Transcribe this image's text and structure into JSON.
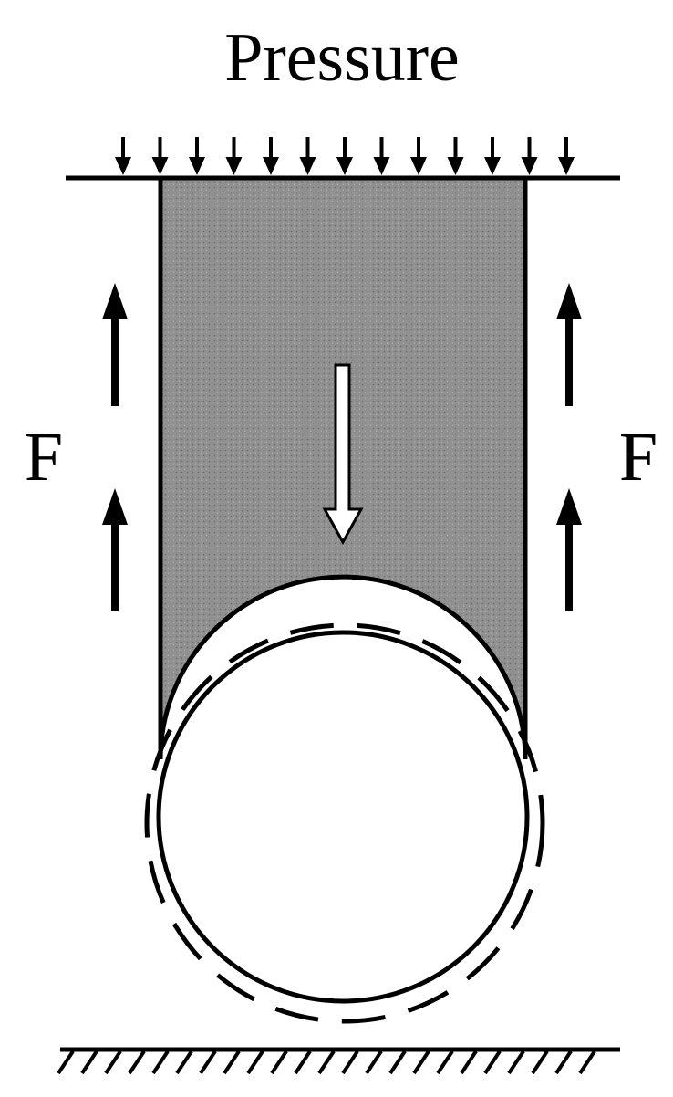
{
  "labels": {
    "top": "Pressure",
    "left_force": "F",
    "right_force": "F"
  },
  "colors": {
    "ink": "#000000",
    "fill": "#8f8f8f",
    "background": "#ffffff",
    "arrow_fill": "#ffffff"
  }
}
